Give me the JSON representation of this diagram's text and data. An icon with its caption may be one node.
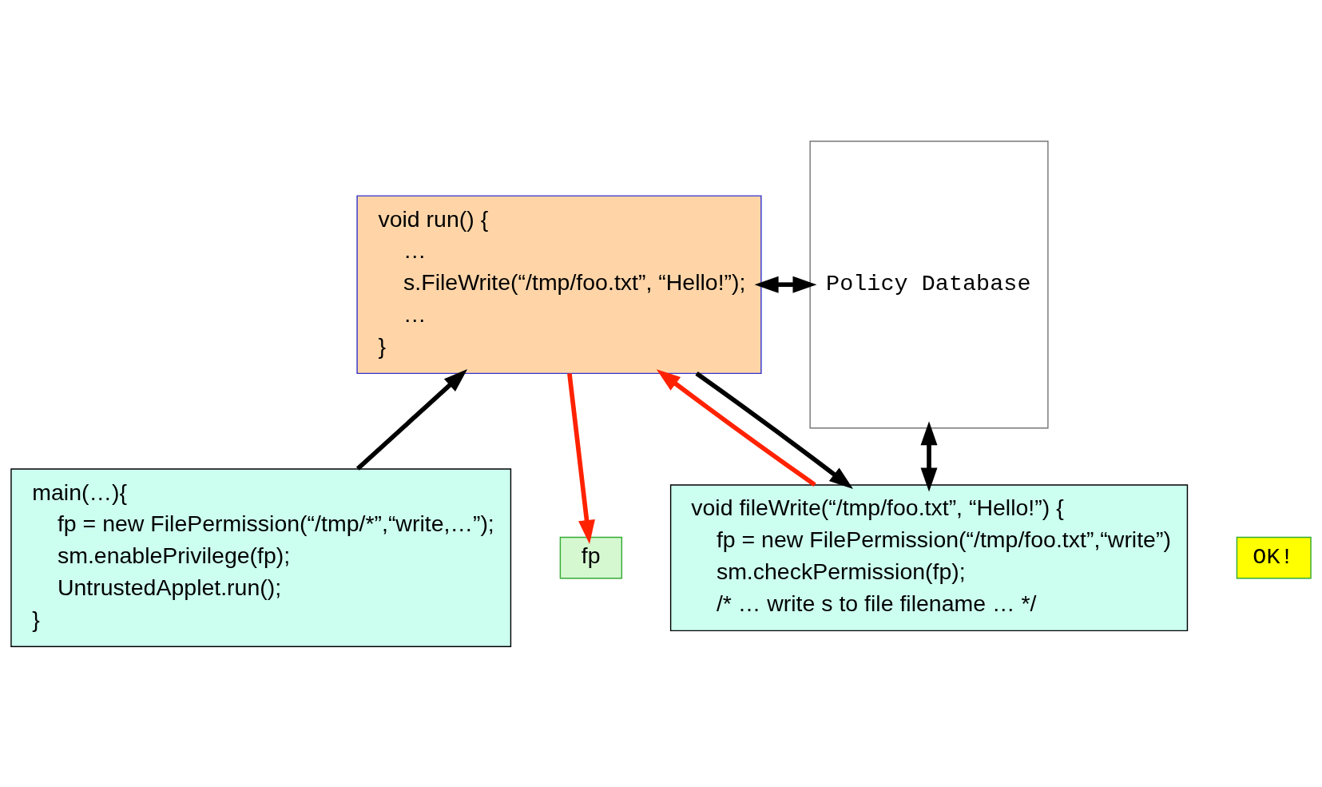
{
  "diagram": {
    "nodes": [
      {
        "text": [
          "void fileWrite(“/tmp/foo.txt”, “Hello!”) {",
          "fp = new FilePermission(“/tmp/foo.txt”,“write”)",
          "sm.checkPermission(fp);",
          "/* … write s to file filename … */"
        ]
      },
      {
        "text": [
          "void run() {",
          "…",
          "s.FileWrite(“/tmp/foo.txt”, “Hello!”);",
          "…",
          "}"
        ]
      },
      {
        "text": [
          "main(…){",
          "fp = new FilePermission(“/tmp/*”,“write,…”);",
          "sm.enablePrivilege(fp);",
          "UntrustedApplet.run();",
          "}"
        ]
      },
      {
        "text": [
          "fp"
        ]
      },
      {
        "text": [
          "OK!"
        ]
      },
      {
        "text": [
          "Policy Database"
        ]
      }
    ],
    "edges": [
      {
        "from": 2,
        "to": 1,
        "arrow": "to"
      },
      {
        "from": 1,
        "to": 0,
        "arrow": "to"
      },
      {
        "from": 0,
        "to": 1,
        "arrow": "to",
        "color": "#ff2200"
      },
      {
        "from": 1,
        "to": 3,
        "arrow": "to",
        "color": "#ff2200"
      },
      {
        "from": 0,
        "to": 5,
        "arrow": "both"
      },
      {
        "from": 1,
        "to": 5,
        "arrow": "both"
      }
    ]
  }
}
